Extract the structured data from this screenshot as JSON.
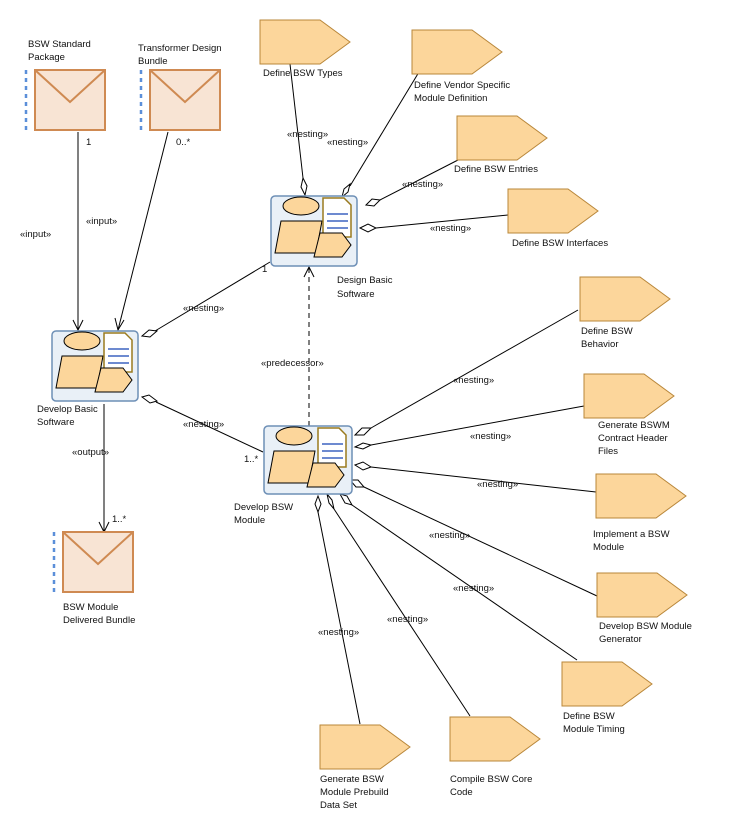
{
  "nodes": {
    "bsw_standard_package": {
      "label_lines": [
        "BSW Standard",
        "Package"
      ],
      "mult": "1"
    },
    "transformer_design_bundle": {
      "label_lines": [
        "Transformer Design",
        "Bundle"
      ],
      "mult": "0..*"
    },
    "bsw_module_delivered_bundle": {
      "label_lines": [
        "BSW Module",
        "Delivered Bundle"
      ],
      "mult": "1..*"
    },
    "develop_basic_software": {
      "label_lines": [
        "Develop Basic",
        "Software"
      ]
    },
    "design_basic_software": {
      "label_lines": [
        "Design Basic",
        "Software"
      ],
      "mult": "1"
    },
    "develop_bsw_module": {
      "label_lines": [
        "Develop BSW",
        "Module"
      ],
      "mult": "1..*"
    },
    "define_bsw_types": {
      "label_lines": [
        "Define BSW Types"
      ]
    },
    "define_vendor_specific": {
      "label_lines": [
        "Define Vendor Specific",
        "Module Definition"
      ]
    },
    "define_bsw_entries": {
      "label_lines": [
        "Define BSW Entries"
      ]
    },
    "define_bsw_interfaces": {
      "label_lines": [
        "Define BSW Interfaces"
      ]
    },
    "define_bsw_behavior": {
      "label_lines": [
        "Define BSW",
        "Behavior"
      ]
    },
    "generate_bswm_contract": {
      "label_lines": [
        "Generate BSWM",
        "Contract Header",
        "Files"
      ]
    },
    "implement_bsw_module": {
      "label_lines": [
        "Implement a BSW",
        "Module"
      ]
    },
    "develop_bsw_module_generator": {
      "label_lines": [
        "Develop BSW Module",
        "Generator"
      ]
    },
    "define_bsw_module_timing": {
      "label_lines": [
        "Define BSW",
        "Module Timing"
      ]
    },
    "compile_bsw_core_code": {
      "label_lines": [
        "Compile BSW Core",
        "Code"
      ]
    },
    "generate_bsw_prebuild": {
      "label_lines": [
        "Generate BSW",
        "Module Prebuild",
        "Data Set"
      ]
    }
  },
  "edges": {
    "input_1": "«input»",
    "input_2": "«input»",
    "output": "«output»",
    "nesting": "«nesting»",
    "predecessor": "«predecessor»"
  }
}
